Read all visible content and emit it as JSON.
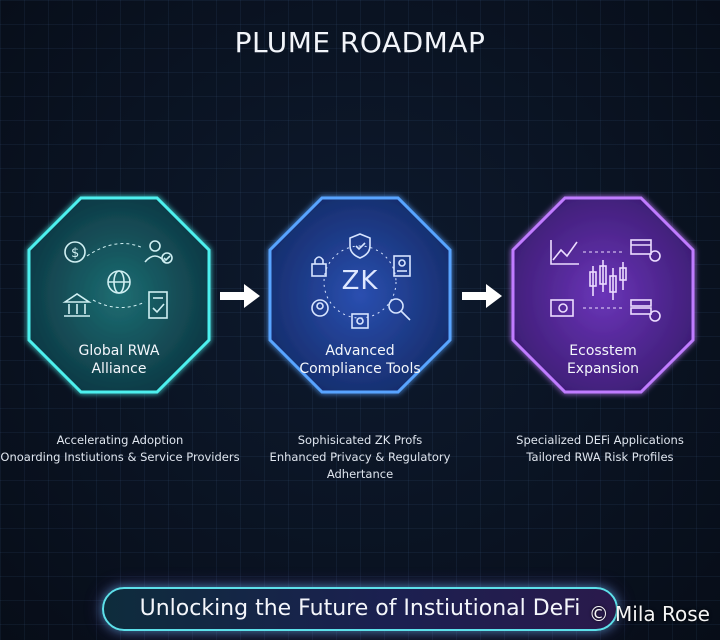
{
  "title": "PLUME ROADMAP",
  "colors": {
    "teal": "#29c9c9",
    "blue": "#3b7dff",
    "purple": "#a45cf0"
  },
  "stages": [
    {
      "name_line1": "Global RWA",
      "name_line2": "Alliance",
      "desc_line1": "Accelerating Adoption",
      "desc_line2": "Onoarding Instiutions & Service Providers",
      "icons": [
        "dollar-coin-icon",
        "users-check-icon",
        "globe-icon",
        "bank-icon",
        "document-check-icon"
      ]
    },
    {
      "name_line1": "Advanced",
      "name_line2": "Compliance Tools",
      "center_text": "ZK",
      "desc_line1": "Sophisicated ZK Profs",
      "desc_line2": "Enhanced Privacy & Regulatory Adhertance",
      "icons": [
        "shield-check-icon",
        "lock-icon",
        "id-badge-icon",
        "user-icon",
        "magnifier-user-icon",
        "scan-icon"
      ]
    },
    {
      "name_line1": "Ecosstem",
      "name_line2": "Expansion",
      "desc_line1": "Specialized DEFi Applications",
      "desc_line2": "Tailored RWA Risk Profiles",
      "icons": [
        "line-chart-icon",
        "card-coin-icon",
        "candlestick-chart-icon",
        "wallet-coin-icon",
        "server-coin-icon"
      ]
    }
  ],
  "banner": "Unlocking the Future of Instiutional DeFi",
  "watermark": "© Mila Rose"
}
